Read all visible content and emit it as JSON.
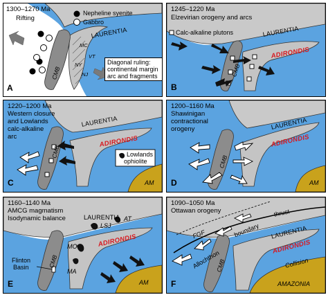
{
  "colors": {
    "ocean": "#5ba3e0",
    "craton": "#c9c9c9",
    "adirondack": "#c4c4c4",
    "cmb": "#8c8c8c",
    "amazonia": "#c9a21c",
    "arrow_dark": "#222222",
    "arrow_gray": "#7a7a7a",
    "adk_label": "#d71920"
  },
  "icons": [
    "filled-circle-icon",
    "open-circle-icon",
    "open-square-icon",
    "black-arrow-icon",
    "white-arrow-icon",
    "gray-arrow-icon",
    "ophiolite-blob-icon"
  ],
  "panels": {
    "A": {
      "letter": "A",
      "title_line1": "1300–1270 Ma",
      "title_line2": "Rifting",
      "legend_filled": "Nepheline syenite",
      "legend_open": "Gabbro",
      "laurentia": "LAURENTIA",
      "cmb": "CMB",
      "mc": "MC",
      "vt": "VT",
      "ny": "NY",
      "nj": "NJ",
      "note": "Diagonal ruling: continental margin arc and fragments"
    },
    "B": {
      "letter": "B",
      "title_line1": "1245–1220 Ma",
      "title_line2": "Elzevirian orogeny and arcs",
      "legend_square": "Calc-alkaline plutons",
      "laurentia": "LAURENTIA",
      "adirondis": "ADIRONDIS",
      "cmb": "CMB"
    },
    "C": {
      "letter": "C",
      "title_line1": "1220–1200 Ma",
      "title_line2": "Western closure",
      "title_line3": "and Lowlands",
      "title_line4": "calc-alkaline",
      "title_line5": "arc",
      "laurentia": "LAURENTIA",
      "adirondis": "ADIRONDIS",
      "cmb": "CMB",
      "ophiolite_line1": "Lowlands",
      "ophiolite_line2": "ophiolite",
      "am": "AM"
    },
    "D": {
      "letter": "D",
      "title_line1": "1200–1160 Ma",
      "title_line2": "Shawinigan",
      "title_line3": "contractional",
      "title_line4": "orogeny",
      "laurentia": "LAURENTIA",
      "adirondis": "ADIRONDIS",
      "cmb": "CMB",
      "am": "AM"
    },
    "E": {
      "letter": "E",
      "title_line1": "1160–1140 Ma",
      "title_line2": "AMCG magmatism",
      "title_line3": "Isodynamic balance",
      "laurentia": "LAURENTIA",
      "lsj": "LSJ",
      "at": "AT",
      "adirondis": "ADIRONDIS",
      "mo": "MO",
      "ma": "MA",
      "cmb": "CMB",
      "flinton_line1": "Flinton",
      "flinton_line2": "Basin",
      "am": "AM"
    },
    "F": {
      "letter": "F",
      "title_line1": "1090–1050 Ma",
      "title_line2": "Ottawan orogeny",
      "fgf": "FGF",
      "allochthon": "Allochthon",
      "boundary": "boundary",
      "thrust": "thrust",
      "laurentia": "LAURENTIA",
      "adirondis": "ADIRONDIS",
      "cmb": "CMB",
      "collision": "Collision",
      "amazonia": "AMAZONIA"
    }
  }
}
